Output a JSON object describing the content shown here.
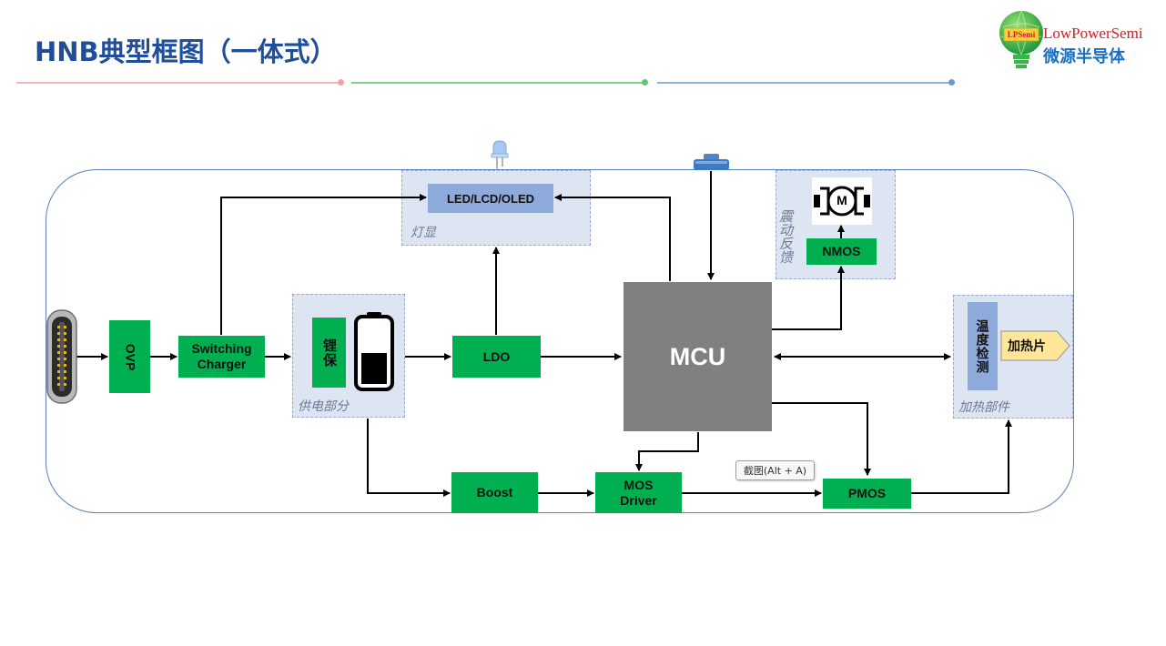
{
  "header": {
    "title": "HNB典型框图（一体式）",
    "divider_colors": [
      "#f4b6b6",
      "#7fd08a",
      "#8fb0e0"
    ],
    "dot_colors": [
      "#f0a0a8",
      "#62c46e",
      "#6c95d8"
    ]
  },
  "logo": {
    "badge": "LPSemi",
    "wordmark": "LowPowerSemi",
    "chinese": "微源半导体",
    "colors": {
      "globe": "#3bb54a",
      "word": "#d31d24",
      "chinese": "#1a6fc2"
    }
  },
  "diagram": {
    "groups": {
      "display": "灯显",
      "vibration": "震动反馈",
      "power": "供电部分",
      "heating": "加热部件"
    },
    "blocks": {
      "ovp": "OVP",
      "switching_charger": "Switching\nCharger",
      "battery_protect": "锂保",
      "ldo": "LDO",
      "led_lcd_oled": "LED/LCD/OLED",
      "mcu": "MCU",
      "nmos": "NMOS",
      "motor": "M",
      "temp_detect": "温度检测",
      "heater": "加热片",
      "boost": "Boost",
      "mos_driver": "MOS\nDriver",
      "pmos": "PMOS"
    },
    "icons": [
      "usb-c-connector-icon",
      "battery-icon",
      "led-bulb-icon",
      "button-icon",
      "motor-icon",
      "heater-arrow-icon"
    ],
    "colors": {
      "green_block": "#00b050",
      "blue_block": "#8eaadb",
      "mcu": "#808080",
      "group_fill": "#dde5f3",
      "frame": "#5b7fbf"
    }
  },
  "tooltip": {
    "text": "截图(Alt + A)"
  }
}
